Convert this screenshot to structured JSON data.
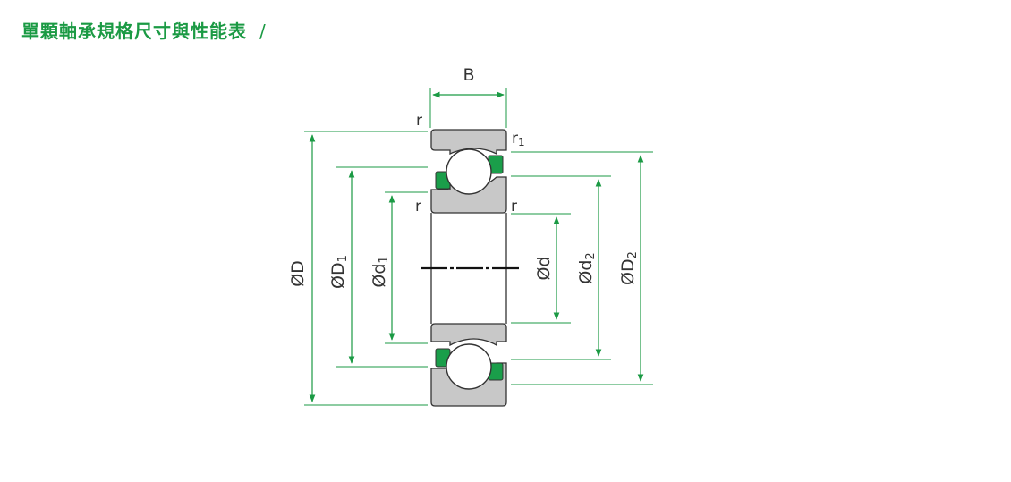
{
  "title": "單顆軸承規格尺寸與性能表",
  "title_separator": "/",
  "labels": {
    "B": "B",
    "r": "r",
    "r1": "r",
    "r1_sub": "1",
    "D": "ØD",
    "D1": "ØD",
    "D1_sub": "1",
    "d1": "Ød",
    "d1_sub": "1",
    "d": "Ød",
    "d2": "Ød",
    "d2_sub": "2",
    "D2": "ØD",
    "D2_sub": "2"
  },
  "colors": {
    "title": "#1b9a44",
    "dimension": "#1b9a44",
    "ring_fill": "#c8c8c8",
    "ring_stroke": "#333333",
    "seal": "#1a9e4a",
    "ball": "#ffffff"
  }
}
